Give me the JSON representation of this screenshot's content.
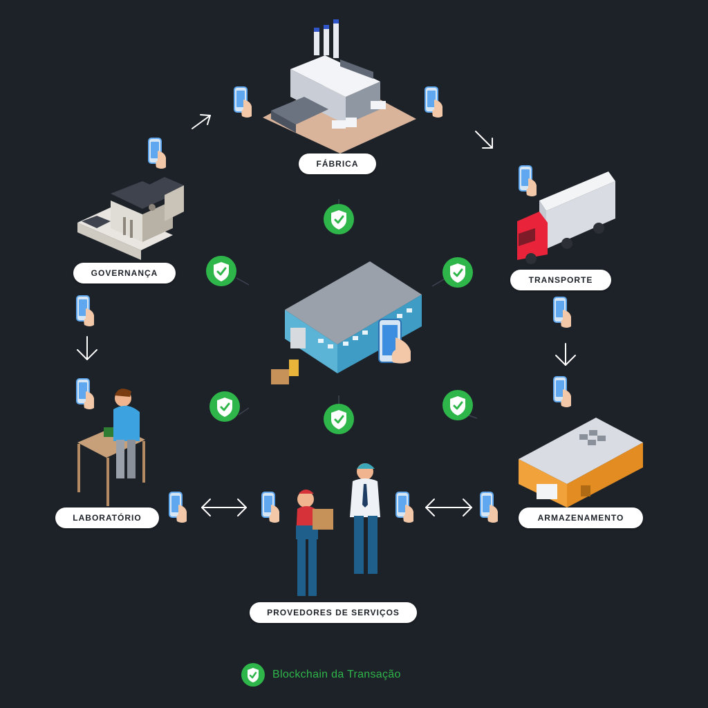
{
  "nodes": {
    "fabrica": "FÁBRICA",
    "transporte": "TRANSPORTE",
    "armazenamento": "ARMAZENAMENTO",
    "provedores": "PROVEDORES DE SERVIÇOS",
    "laboratorio": "LABORATÓRIO",
    "governanca": "GOVERNANÇA"
  },
  "legend": {
    "label": "Blockchain da Transação",
    "icon": "shield-check-icon",
    "color": "#2fb64a"
  },
  "colors": {
    "background": "#1d2229",
    "shield": "#2fb64a",
    "label_bg": "#ffffff",
    "phone": "#5fa8f0",
    "truck_cab": "#e8233a",
    "warehouse": "#f2a23a"
  }
}
